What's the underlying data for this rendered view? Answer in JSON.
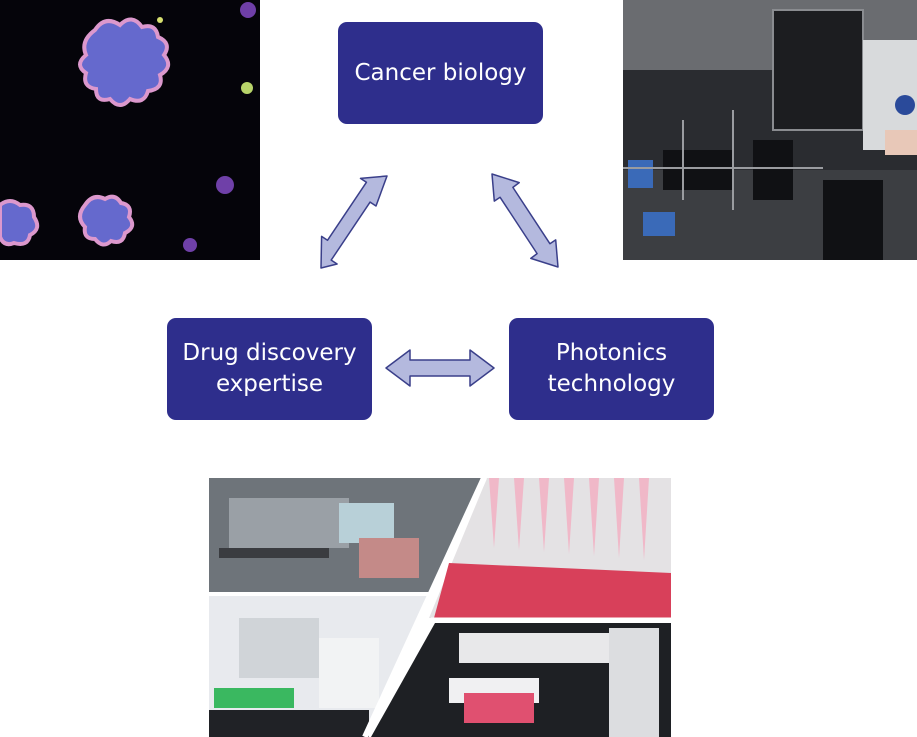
{
  "nodes": {
    "cancer_biology": "Cancer biology",
    "drug_discovery": "Drug discovery\nexpertise",
    "photonics": "Photonics\ntechnology"
  },
  "colors": {
    "node_fill": "#2e2e8c",
    "node_text": "#ffffff",
    "arrow_fill": "#b4b9de",
    "arrow_stroke": "#3a3f8a"
  },
  "images": {
    "top_left": "fluorescent-cell-organoids-photo",
    "top_right": "optical-lab-setup-photo",
    "bottom": "lab-automation-collage-photo"
  }
}
